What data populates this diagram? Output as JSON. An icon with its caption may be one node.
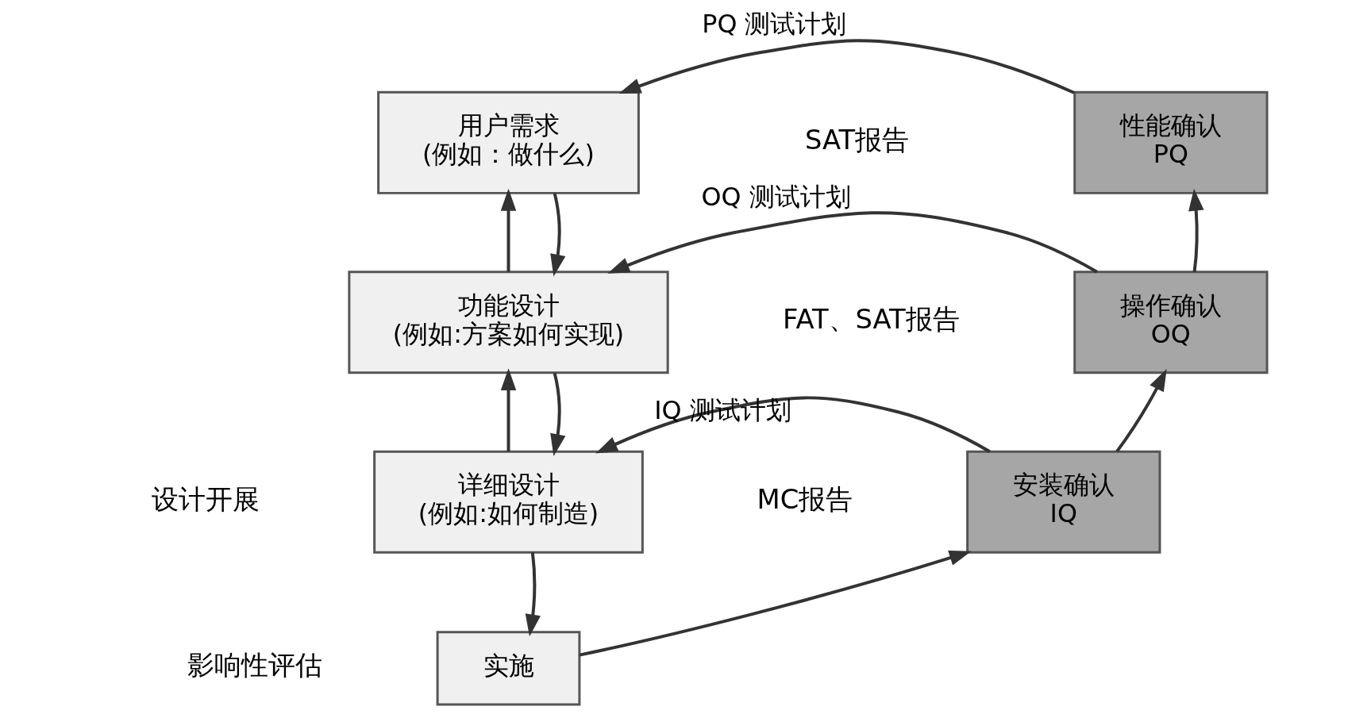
{
  "diagram": {
    "nodes": [
      {
        "text": [
          "用户需求",
          "(例如：做什么)"
        ]
      },
      {
        "text": [
          "性能确认",
          "PQ"
        ]
      },
      {
        "text": [
          "功能设计",
          "(例如:方案如何实现)"
        ]
      },
      {
        "text": [
          "操作确认",
          "OQ"
        ]
      },
      {
        "text": [
          "详细设计",
          "(例如:如何制造)"
        ]
      },
      {
        "text": [
          "安装确认",
          "IQ"
        ]
      },
      {
        "text": [
          "实施"
        ]
      }
    ],
    "edges": [
      {
        "from": 1,
        "to": 0,
        "arrow": "to",
        "label": "PQ 测试计划"
      },
      {
        "from": 2,
        "to": 0,
        "arrow": "to"
      },
      {
        "from": 0,
        "to": 2,
        "arrow": "to"
      },
      {
        "from": 3,
        "to": 1,
        "arrow": "to"
      },
      {
        "from": 3,
        "to": 2,
        "arrow": "to",
        "label": "OQ 测试计划"
      },
      {
        "from": 4,
        "to": 2,
        "arrow": "to"
      },
      {
        "from": 2,
        "to": 4,
        "arrow": "to"
      },
      {
        "from": 5,
        "to": 3,
        "arrow": "to"
      },
      {
        "from": 5,
        "to": 4,
        "arrow": "to",
        "label": "IQ 测试计划"
      },
      {
        "from": 4,
        "to": 6,
        "arrow": "to"
      },
      {
        "from": 6,
        "to": 5,
        "arrow": "to"
      }
    ],
    "labels": [
      "SAT报告",
      "FAT、SAT报告",
      "设计开展",
      "MC报告",
      "影响性评估"
    ]
  }
}
